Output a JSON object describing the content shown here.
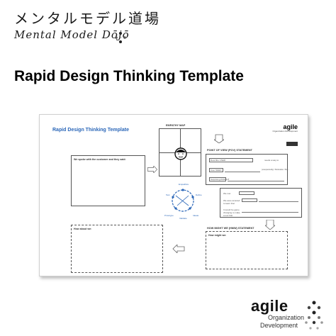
{
  "header": {
    "japanese_title": "メンタルモデル道場",
    "brand_name": "Mental Model Dōjō"
  },
  "page_title": "Rapid Design Thinking Template",
  "sheet": {
    "title": "Rapid Design Thinking Template",
    "empathy_map_label": "EMPATHY MAP",
    "customer_box_label": "We spoke with the customer and they said:",
    "how_about_label": "How about we:",
    "pov_label": "POINT OF VIEW (POV) STATEMENT",
    "hmw_label": "HOW MIGHT WE (HMW) STATEMENT",
    "how_might_label": "How might we:",
    "pov_describe_user": "Describe USER",
    "pov_user_need": "needs a way to",
    "pov_user_need_field": "User NEED",
    "pov_insight": "Surprising INSIGHT",
    "pov_because": "(unexpectedly) / Motivation / But...",
    "we_met": "We met",
    "we_were_amazed": "We were amazed to learn that",
    "it_would_be": "It would be game changing to make a tool that",
    "cycle_labels": [
      "Empathize",
      "Define",
      "Ideate",
      "Prototype",
      "Test",
      "Validate"
    ],
    "brand_word": "agile",
    "brand_sub": "Organization Development"
  },
  "footer": {
    "brand_word": "agile",
    "brand_line1": "Organization",
    "brand_line2": "Development"
  }
}
